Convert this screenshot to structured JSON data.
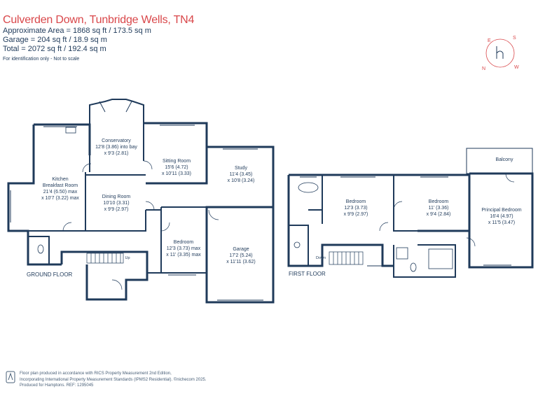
{
  "header": {
    "title": "Culverden Down, Tunbridge Wells, TN4",
    "approx_area": "Approximate Area = 1868 sq ft / 173.5 sq m",
    "garage_area": "Garage = 204 sq ft / 18.9 sq m",
    "total_area": "Total = 2072 sq ft / 192.4 sq m",
    "note": "For identification only - Not to scale"
  },
  "compass": {
    "n": "N",
    "e": "E",
    "s": "S",
    "w": "W"
  },
  "colors": {
    "wall": "#1f3a5a",
    "title": "#d9474a",
    "text": "#1f3a5a"
  },
  "ground_floor": {
    "label": "GROUND FLOOR",
    "rooms": {
      "conservatory": {
        "name": "Conservatory",
        "dims1": "12'8 (3.86) into bay",
        "dims2": "x 9'3 (2.81)"
      },
      "kitchen": {
        "name1": "Kitchen",
        "name2": "Breakfast Room",
        "dims1": "21'4 (6.50) max",
        "dims2": "x 10'7 (3.22) max"
      },
      "dining": {
        "name": "Dining Room",
        "dims1": "10'10 (3.31)",
        "dims2": "x 9'9 (2.97)"
      },
      "sitting": {
        "name": "Sitting Room",
        "dims1": "15'6 (4.72)",
        "dims2": "x 10'11 (3.33)"
      },
      "study": {
        "name": "Study",
        "dims1": "11'4 (3.45)",
        "dims2": "x 10'8 (3.24)"
      },
      "bedroom": {
        "name": "Bedroom",
        "dims1": "12'3 (3.73) max",
        "dims2": "x 11' (3.35) max"
      },
      "garage": {
        "name": "Garage",
        "dims1": "17'2 (5.24)",
        "dims2": "x 11'11 (3.62)"
      }
    },
    "stair": "Up"
  },
  "first_floor": {
    "label": "FIRST FLOOR",
    "rooms": {
      "balcony": {
        "name": "Balcony"
      },
      "bedroom_a": {
        "name": "Bedroom",
        "dims1": "12'3 (3.73)",
        "dims2": "x 9'9 (2.97)"
      },
      "bedroom_b": {
        "name": "Bedroom",
        "dims1": "11' (3.36)",
        "dims2": "x 9'4 (2.84)"
      },
      "principal": {
        "name": "Principal Bedroom",
        "dims1": "16'4 (4.97)",
        "dims2": "x 11'5 (3.47)"
      }
    },
    "stair": "Down"
  },
  "footer": {
    "line1": "Floor plan produced in accordance with RICS Property Measurement 2nd Edition,",
    "line2": "Incorporating International Property Measurement Standards (IPMS2 Residential).   ©nichecom 2025.",
    "line3": "Produced for Hamptons.   REF: 1295045"
  }
}
